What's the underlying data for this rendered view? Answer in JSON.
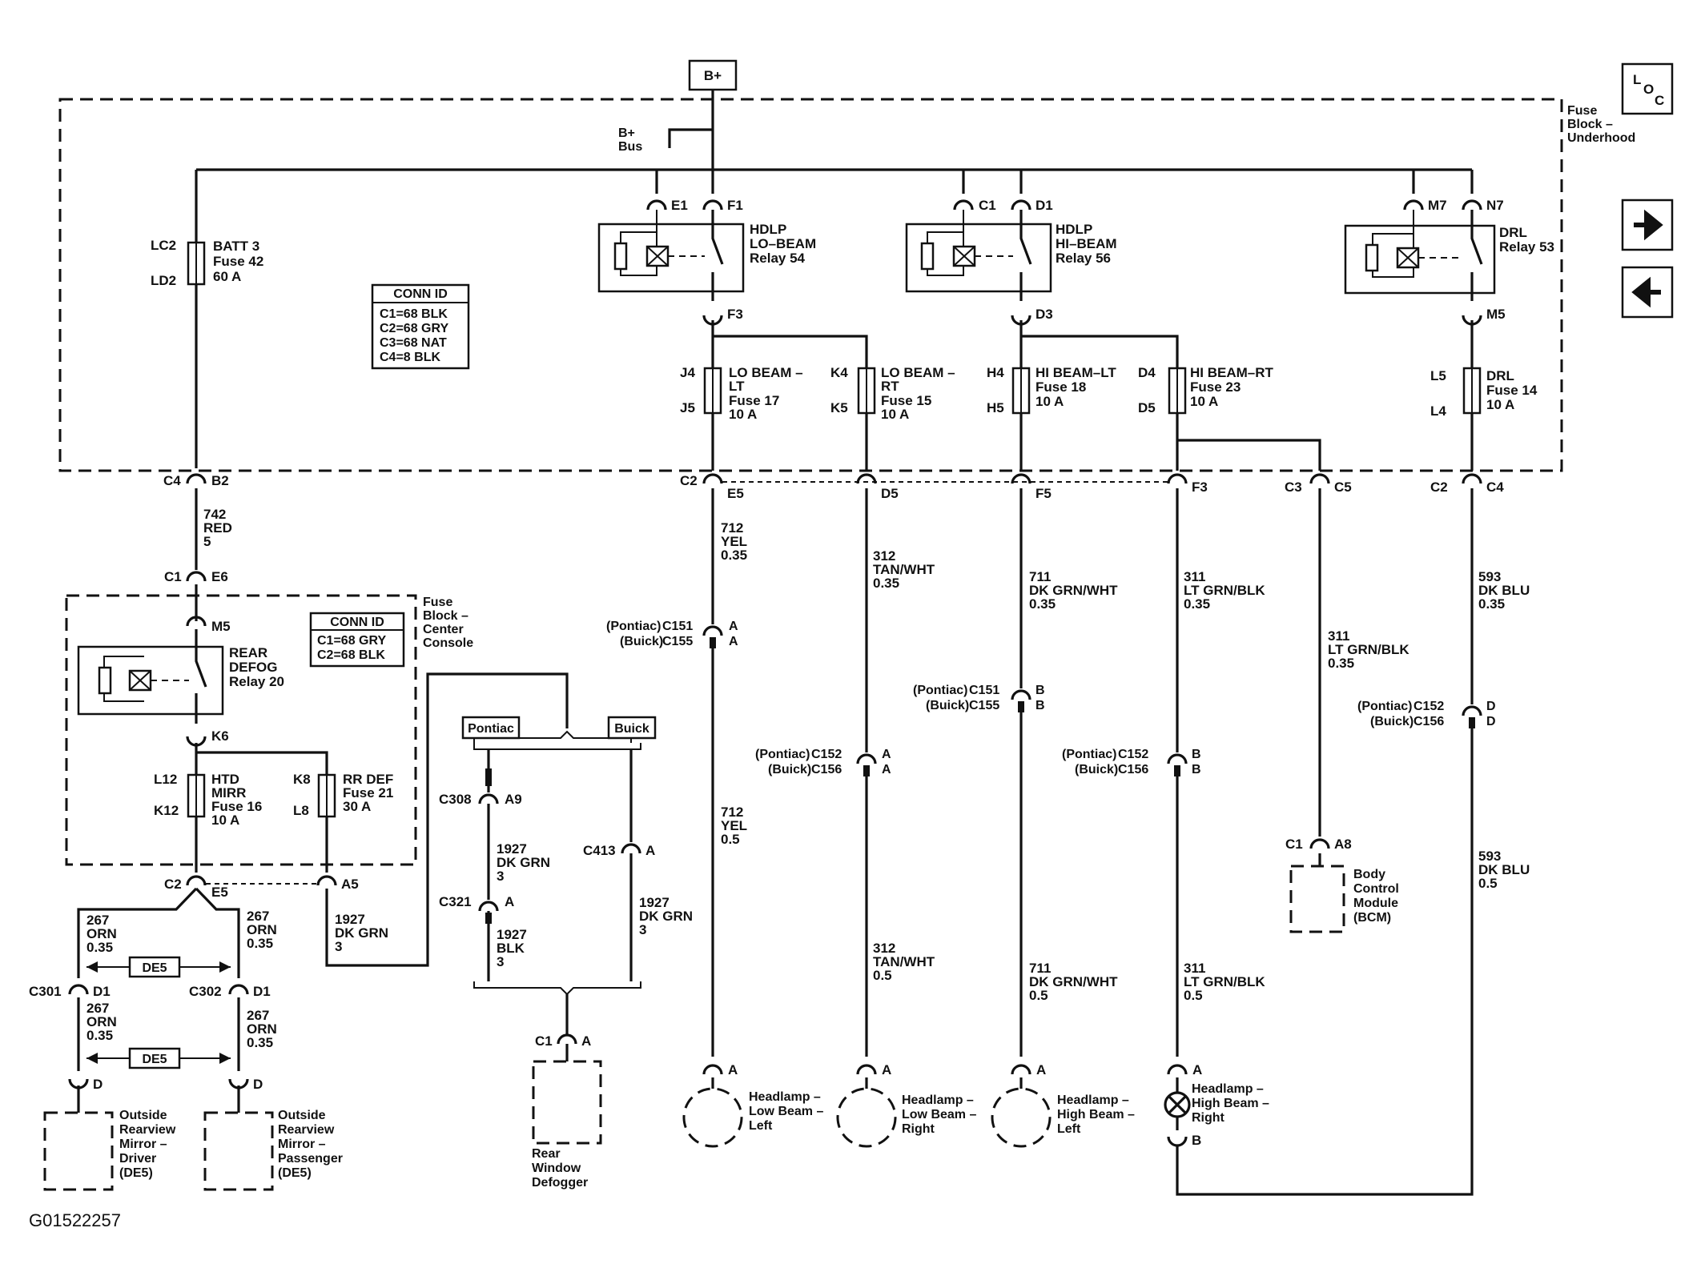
{
  "header": {
    "source_label": "B+",
    "loc_label": "LOC",
    "loc_l": "L",
    "loc_o": "O",
    "loc_c": "C",
    "nav_next": "→",
    "nav_prev": "←"
  },
  "footer": {
    "figure_id": "G01522257"
  },
  "underhood": {
    "title_1": "Fuse",
    "title_2": "Block –",
    "title_3": "Underhood",
    "bus_1": "B+",
    "bus_2": "Bus",
    "batt": {
      "pin_top": "LC2",
      "pin_bot": "LD2",
      "l1": "BATT 3",
      "l2": "Fuse 42",
      "l3": "60 A"
    },
    "conn_id": {
      "title": "CONN ID",
      "r1": "C1=68 BLK",
      "r2": "C2=68 GRY",
      "r3": "C3=68 NAT",
      "r4": "C4=8 BLK"
    },
    "relay_lo": {
      "pin_a": "E1",
      "pin_b": "F1",
      "pin_out": "F3",
      "l1": "HDLP",
      "l2": "LO–BEAM",
      "l3": "Relay 54"
    },
    "relay_hi": {
      "pin_a": "C1",
      "pin_b": "D1",
      "pin_out": "D3",
      "l1": "HDLP",
      "l2": "HI–BEAM",
      "l3": "Relay 56"
    },
    "relay_drl": {
      "pin_a": "M7",
      "pin_b": "N7",
      "pin_out": "M5",
      "l1": "DRL",
      "l2": "Relay 53"
    },
    "fuse_lolt": {
      "pin_top": "J4",
      "pin_bot": "J5",
      "l1": "LO BEAM –",
      "l2": "LT",
      "l3": "Fuse 17",
      "l4": "10 A"
    },
    "fuse_lort": {
      "pin_top": "K4",
      "pin_bot": "K5",
      "l1": "LO BEAM –",
      "l2": "RT",
      "l3": "Fuse 15",
      "l4": "10 A"
    },
    "fuse_hilt": {
      "pin_top": "H4",
      "pin_bot": "H5",
      "l1": "HI BEAM–LT",
      "l2": "Fuse 18",
      "l3": "10 A"
    },
    "fuse_hirt": {
      "pin_top": "D4",
      "pin_bot": "D5",
      "l1": "HI BEAM–RT",
      "l2": "Fuse 23",
      "l3": "10 A"
    },
    "fuse_drl": {
      "pin_top": "L5",
      "pin_bot": "L4",
      "l1": "DRL",
      "l2": "Fuse 14",
      "l3": "10 A"
    },
    "connectors": {
      "c4": "C4",
      "b2": "B2",
      "c2a": "C2",
      "e5": "E5",
      "d5": "D5",
      "f5": "F5",
      "f3": "F3",
      "c3": "C3",
      "c5": "C5",
      "c2b": "C2",
      "c4b": "C4"
    }
  },
  "center": {
    "title_1": "Fuse",
    "title_2": "Block –",
    "title_3": "Center",
    "title_4": "Console",
    "conn_id": {
      "title": "CONN ID",
      "r1": "C1=68 GRY",
      "r2": "C2=68 BLK"
    },
    "relay": {
      "pin_in": "M5",
      "pin_out": "K6",
      "l1": "REAR",
      "l2": "DEFOG",
      "l3": "Relay 20"
    },
    "fuse_mirr": {
      "pin_top": "L12",
      "pin_bot": "K12",
      "l1": "HTD",
      "l2": "MIRR",
      "l3": "Fuse 16",
      "l4": "10 A"
    },
    "fuse_rrdef": {
      "pin_top": "K8",
      "pin_bot": "L8",
      "l1": "RR DEF",
      "l2": "Fuse 21",
      "l3": "30 A"
    },
    "conn_in_a": "C1",
    "conn_in_b": "E6",
    "conn_c2": "C2",
    "conn_e5": "E5",
    "conn_a5": "A5"
  },
  "wires": {
    "w742": {
      "n": "742",
      "c": "RED",
      "s": "5"
    },
    "w712a": {
      "n": "712",
      "c": "YEL",
      "s": "0.35"
    },
    "w712b": {
      "n": "712",
      "c": "YEL",
      "s": "0.5"
    },
    "w312a": {
      "n": "312",
      "c": "TAN/WHT",
      "s": "0.35"
    },
    "w312b": {
      "n": "312",
      "c": "TAN/WHT",
      "s": "0.5"
    },
    "w711a": {
      "n": "711",
      "c": "DK GRN/WHT",
      "s": "0.35"
    },
    "w711b": {
      "n": "711",
      "c": "DK GRN/WHT",
      "s": "0.5"
    },
    "w311a": {
      "n": "311",
      "c": "LT GRN/BLK",
      "s": "0.35"
    },
    "w311b": {
      "n": "311",
      "c": "LT GRN/BLK",
      "s": "0.5"
    },
    "w311c": {
      "n": "311",
      "c": "LT GRN/BLK",
      "s": "0.35"
    },
    "w593a": {
      "n": "593",
      "c": "DK BLU",
      "s": "0.35"
    },
    "w593b": {
      "n": "593",
      "c": "DK BLU",
      "s": "0.5"
    },
    "w267a": {
      "n": "267",
      "c": "ORN",
      "s": "0.35"
    },
    "w267b": {
      "n": "267",
      "c": "ORN",
      "s": "0.35"
    },
    "w267c": {
      "n": "267",
      "c": "ORN",
      "s": "0.35"
    },
    "w267d": {
      "n": "267",
      "c": "ORN",
      "s": "0.35"
    },
    "w1927a": {
      "n": "1927",
      "c": "DK GRN",
      "s": "3"
    },
    "w1927b": {
      "n": "1927",
      "c": "DK GRN",
      "s": "3"
    },
    "w1927c": {
      "n": "1927",
      "c": "BLK",
      "s": "3"
    },
    "w1927d": {
      "n": "1927",
      "c": "DK GRN",
      "s": "3"
    }
  },
  "inline": {
    "pontiac": "(Pontiac)",
    "buick": "(Buick)",
    "c151": "C151",
    "c155": "C155",
    "c152": "C152",
    "c156": "C156",
    "pin_a": "A",
    "pin_b": "B",
    "pin_d": "D"
  },
  "defog_branch": {
    "pontiac_tag": "Pontiac",
    "buick_tag": "Buick",
    "c308": "C308",
    "a9": "A9",
    "c321": "C321",
    "a321": "A",
    "c413": "C413",
    "a413": "A",
    "c1": "C1",
    "a1": "A"
  },
  "mirrors": {
    "de5_1": "DE5",
    "de5_2": "DE5",
    "c301": "C301",
    "c302": "C302",
    "d1a": "D1",
    "d1b": "D1",
    "da": "D",
    "db": "D"
  },
  "loads": {
    "mirror_driver": [
      "Outside",
      "Rearview",
      "Mirror –",
      "Driver",
      "(DE5)"
    ],
    "mirror_pass": [
      "Outside",
      "Rearview",
      "Mirror –",
      "Passenger",
      "(DE5)"
    ],
    "defogger": [
      "Rear",
      "Window",
      "Defogger"
    ],
    "lamp_lo_lt": [
      "Headlamp –",
      "Low Beam –",
      "Left"
    ],
    "lamp_lo_rt": [
      "Headlamp –",
      "Low Beam –",
      "Right"
    ],
    "lamp_hi_lt": [
      "Headlamp –",
      "High Beam –",
      "Left"
    ],
    "lamp_hi_rt": [
      "Headlamp –",
      "High Beam –",
      "Right"
    ],
    "bcm": [
      "Body",
      "Control",
      "Module",
      "(BCM)"
    ],
    "bcm_c1": "C1",
    "bcm_a8": "A8",
    "lamp_pin_a": "A",
    "lamp_pin_b": "B"
  }
}
